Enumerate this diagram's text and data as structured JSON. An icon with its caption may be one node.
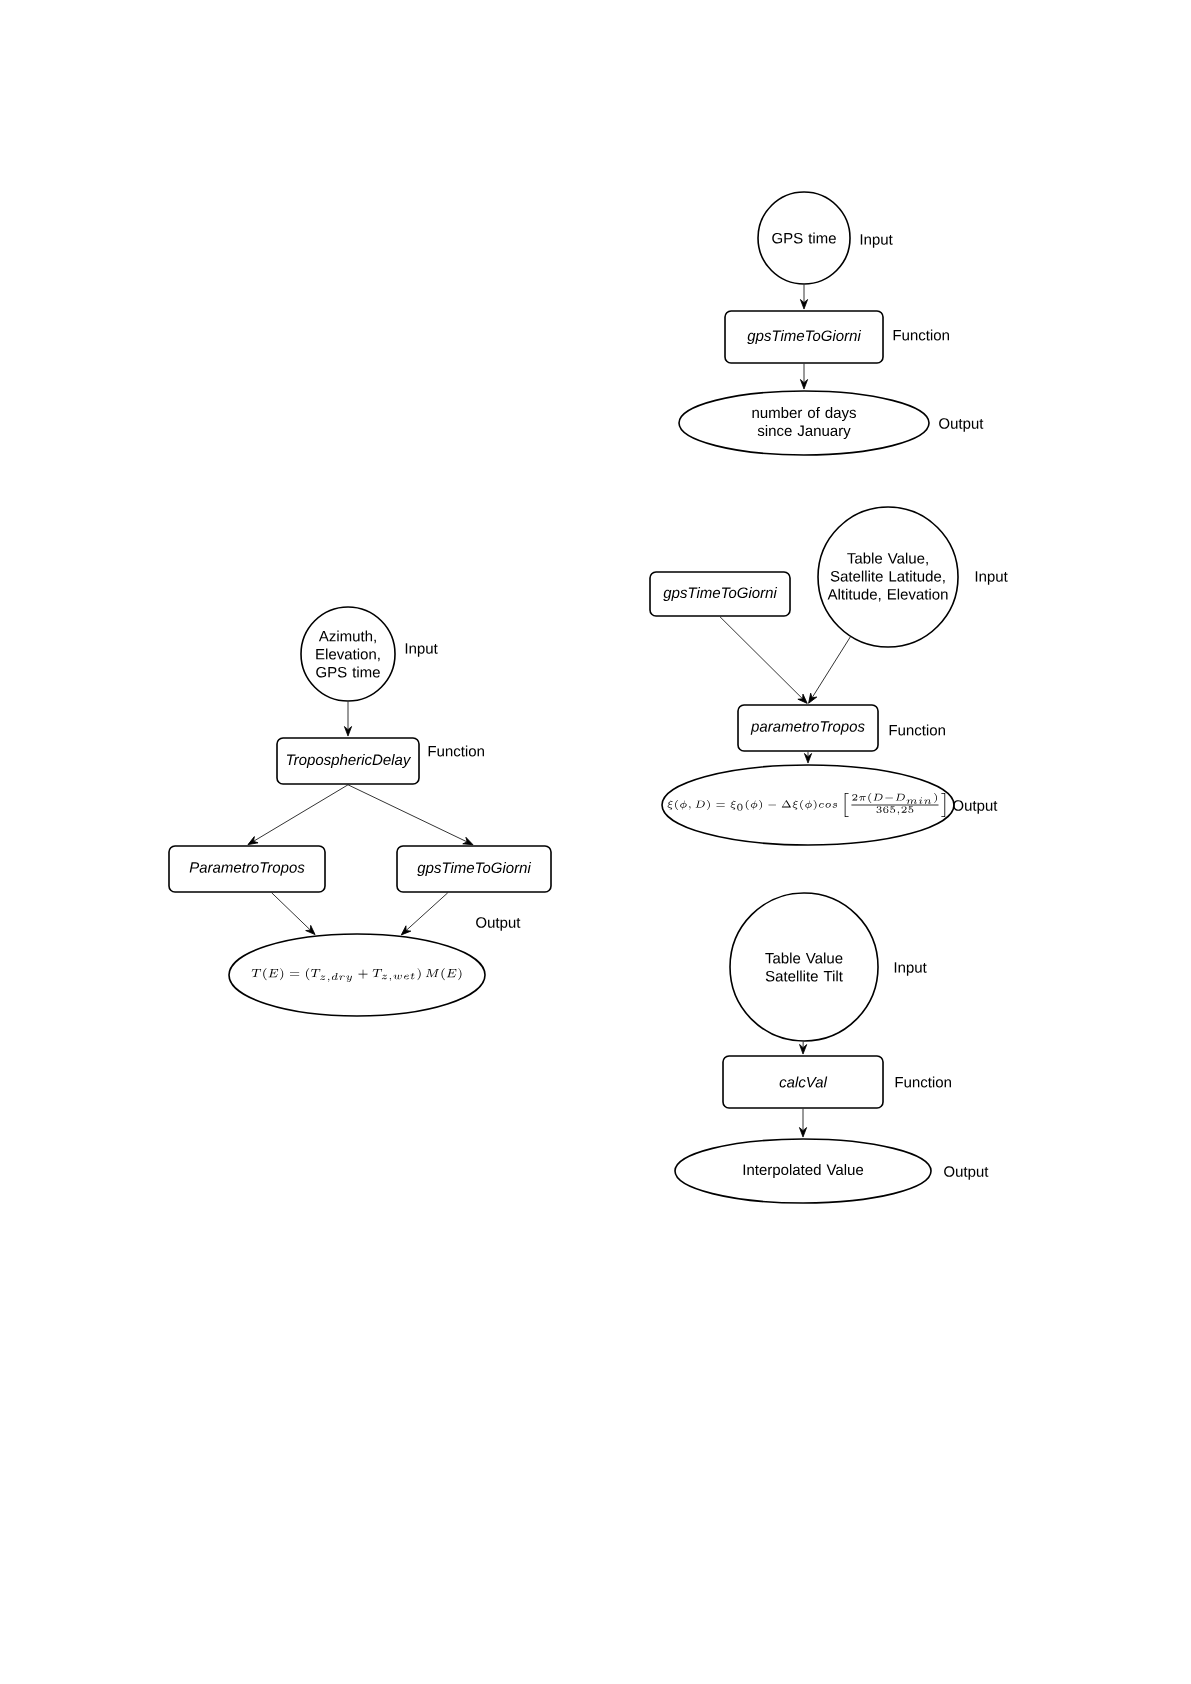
{
  "diagram": {
    "nodes": [
      {
        "text": [
          "GPS time"
        ],
        "beside": [
          "Input"
        ]
      },
      {
        "text": [
          "gpsTimeToGiorni"
        ],
        "beside": [
          "Function"
        ]
      },
      {
        "text": [
          "number of days since January"
        ],
        "beside": [
          "Output"
        ]
      },
      {
        "text": [
          "gpsTimeToGiorni"
        ]
      },
      {
        "text": [
          "Table Value, Satellite Latitude, Altitude, Elevation"
        ],
        "beside": [
          "Input"
        ]
      },
      {
        "text": [
          "parametroTropos"
        ],
        "beside": [
          "Function"
        ]
      },
      {
        "text": [
          "\\xi(\\phi,D)=\\xi_0(\\phi)-\\Delta\\xi(\\phi)cos\\left[\\frac{2\\pi(D-D_{min})}{365,25}\\right]"
        ],
        "beside": [
          "Output"
        ]
      },
      {
        "text": [
          "Azimuth, Elevation, GPS time"
        ],
        "beside": [
          "Input"
        ]
      },
      {
        "text": [
          "TroposphericDelay"
        ],
        "beside": [
          "Function"
        ]
      },
      {
        "text": [
          "ParametroTropos"
        ]
      },
      {
        "text": [
          "gpsTimeToGiorni"
        ]
      },
      {
        "text": [
          "T(E)=(T_{z,dry}+T_{z,wet})\\,M(E)"
        ],
        "beside": [
          "Output"
        ]
      },
      {
        "text": [
          "Table Value Satellite Tilt"
        ],
        "beside": [
          "Input"
        ]
      },
      {
        "text": [
          "calcVal"
        ],
        "beside": [
          "Function"
        ]
      },
      {
        "text": [
          "Interpolated Value"
        ],
        "beside": [
          "Output"
        ]
      }
    ],
    "edges": [
      {
        "from": 0,
        "to": 1,
        "arrow": "to"
      },
      {
        "from": 1,
        "to": 2,
        "arrow": "to"
      },
      {
        "from": 3,
        "to": 5,
        "arrow": "to"
      },
      {
        "from": 4,
        "to": 5,
        "arrow": "to"
      },
      {
        "from": 5,
        "to": 6,
        "arrow": "to"
      },
      {
        "from": 7,
        "to": 8,
        "arrow": "to"
      },
      {
        "from": 8,
        "to": 9,
        "arrow": "to"
      },
      {
        "from": 8,
        "to": 10,
        "arrow": "to"
      },
      {
        "from": 9,
        "to": 11,
        "arrow": "to"
      },
      {
        "from": 10,
        "to": 11,
        "arrow": "to"
      },
      {
        "from": 12,
        "to": 13,
        "arrow": "to"
      },
      {
        "from": 13,
        "to": 14,
        "arrow": "to"
      }
    ]
  }
}
